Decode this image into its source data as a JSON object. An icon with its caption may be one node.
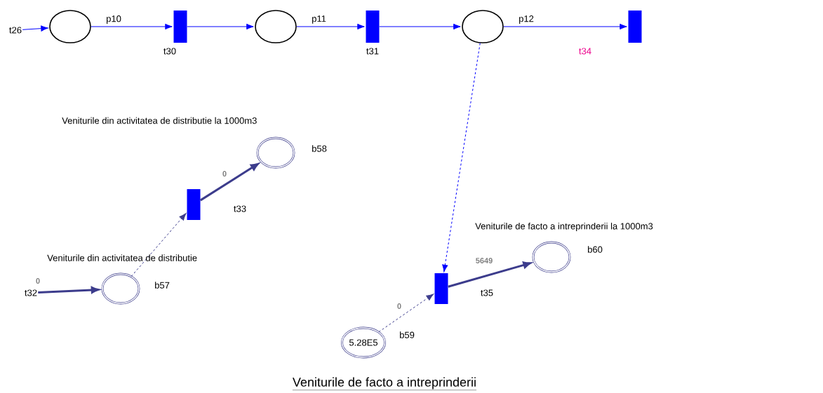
{
  "diagram": {
    "caption": "Veniturile de facto a intreprinderii",
    "nodes": [
      {
        "text": [
          "t26"
        ]
      },
      {
        "text": [],
        "shape": "circle",
        "beside": [
          "p10"
        ]
      },
      {
        "text": [],
        "shape": "bar",
        "beside": [
          "t30"
        ]
      },
      {
        "text": [],
        "shape": "circle",
        "beside": [
          "p11"
        ]
      },
      {
        "text": [],
        "shape": "bar",
        "beside": [
          "t31"
        ]
      },
      {
        "text": [],
        "shape": "circle",
        "beside": [
          "p12"
        ]
      },
      {
        "text": [],
        "shape": "bar"
      },
      {
        "text": [],
        "shape": "circle",
        "beside": [
          "Veniturile din activitatea de distributie la 1000m3",
          "b58"
        ]
      },
      {
        "text": [],
        "shape": "bar",
        "beside": [
          "t33"
        ]
      },
      {
        "text": [
          "t32"
        ]
      },
      {
        "text": [],
        "shape": "circle",
        "beside": [
          "Veniturile din activitatea de distributie",
          "b57"
        ]
      },
      {
        "text": [],
        "shape": "bar",
        "beside": [
          "t35"
        ]
      },
      {
        "text": [
          "5.28E5"
        ],
        "beside": [
          "b59"
        ]
      },
      {
        "text": [],
        "shape": "circle",
        "beside": [
          "Veniturile de facto a intreprinderii la 1000m3",
          "b60"
        ]
      }
    ],
    "edges": [
      {
        "from": 0,
        "to": 1,
        "arrow": "to"
      },
      {
        "from": 1,
        "to": 2,
        "arrow": "to"
      },
      {
        "from": 2,
        "to": 3,
        "arrow": "to"
      },
      {
        "from": 3,
        "to": 4,
        "arrow": "to"
      },
      {
        "from": 4,
        "to": 5,
        "arrow": "to"
      },
      {
        "from": 5,
        "to": 6,
        "arrow": "to"
      },
      {
        "from": 5,
        "to": 11,
        "arrow": "to",
        "style": "dashed"
      },
      {
        "from": 8,
        "to": 7,
        "arrow": "to",
        "label": "0",
        "style": "thick",
        "color": "#3c3c8c"
      },
      {
        "from": 10,
        "to": 8,
        "arrow": "to",
        "style": "dashed",
        "color": "#3c3c8c"
      },
      {
        "from": 9,
        "to": 10,
        "arrow": "to",
        "label": "0",
        "style": "thick",
        "color": "#3c3c8c"
      },
      {
        "from": 12,
        "to": 11,
        "arrow": "to",
        "label": "0",
        "style": "dashed",
        "color": "#3c3c8c"
      },
      {
        "from": 11,
        "to": 13,
        "arrow": "to",
        "label": "5649",
        "style": "thick",
        "color": "#3c3c8c"
      }
    ],
    "labels": [
      "t34"
    ]
  }
}
